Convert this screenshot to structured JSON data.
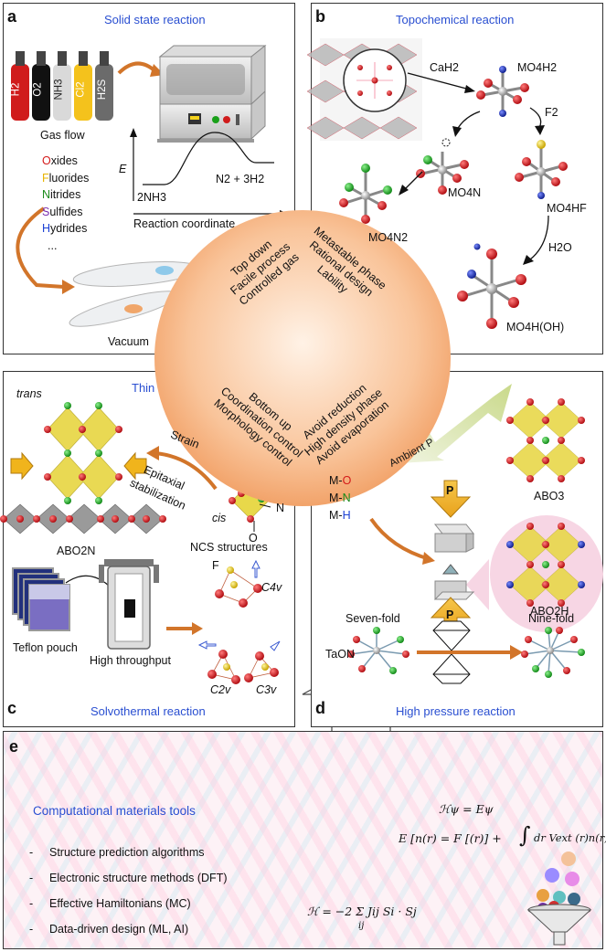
{
  "panels": {
    "a": {
      "label": "a",
      "title": "Solid state reaction",
      "gases": [
        "H2",
        "O2",
        "NH3",
        "Cl2",
        "H2S"
      ],
      "gas_flow": "Gas flow",
      "energy_axis": "E",
      "reactant": "2NH3",
      "product": "N2 + 3H2",
      "reaction_axis": "Reaction coordinate",
      "products": [
        {
          "initial": "O",
          "rest": "xides",
          "color": "#d41a1a"
        },
        {
          "initial": "F",
          "rest": "luorides",
          "color": "#e8b400"
        },
        {
          "initial": "N",
          "rest": "itrides",
          "color": "#1a8a1a"
        },
        {
          "initial": "S",
          "rest": "ulfides",
          "color": "#7a2fb0"
        },
        {
          "initial": "H",
          "rest": "ydrides",
          "color": "#1a3fd4"
        }
      ],
      "ellipsis": "...",
      "vacuum": "Vacuum"
    },
    "b": {
      "label": "b",
      "title": "Topochemical reaction",
      "reagent": "CaH2",
      "mo4h2": "MO4H2",
      "f2": "F2",
      "mo4n": "MO4N",
      "mo4hf": "MO4HF",
      "mo4n2": "MO4N2",
      "h2o": "H2O",
      "mo4hoh": "MO4H(OH)"
    },
    "c": {
      "label": "c",
      "title": "Thin film",
      "bottom_title": "Solvothermal reaction",
      "trans": "trans",
      "cis": "cis",
      "strain": "Strain",
      "epitaxial": "Epitaxial",
      "stabilization": "stabilization",
      "abo2n": "ABO2N",
      "n_atom": "N",
      "o_atom": "O",
      "ncs": "NCS structures",
      "f_atom": "F",
      "teflon": "Teflon pouch",
      "throughput": "High throughput",
      "c4v": "C4v",
      "c2v": "C2v",
      "c3v": "C3v"
    },
    "d": {
      "label": "d",
      "title": "High pressure reaction",
      "ambient": "Ambient P",
      "abo3": "ABO3",
      "abo2h": "ABO2H",
      "mo": {
        "m": "M-",
        "x": "O",
        "color": "#d41a1a"
      },
      "mn": {
        "m": "M-",
        "x": "N",
        "color": "#1a8a1a"
      },
      "mh": {
        "m": "M-",
        "x": "H",
        "color": "#1a3fd4"
      },
      "p": "P",
      "seven": "Seven-fold",
      "nine": "Nine-fold",
      "taon": "TaON"
    }
  },
  "center": {
    "top_left": [
      "Top down",
      "Facile process",
      "Controlled gas"
    ],
    "top_right": [
      "Metastable phase",
      "Rational design",
      "Lability"
    ],
    "bottom_left": [
      "Bottom up",
      "Coordination control",
      "Morphology control"
    ],
    "bottom_right": [
      "Avoid reduction",
      "High density phase",
      "Avoid evaporation"
    ]
  },
  "e": {
    "label": "e",
    "title": "Computational materials tools",
    "items": [
      "Structure prediction algorithms",
      "Electronic structure methods (DFT)",
      "Effective Hamiltonians (MC)",
      "Data-driven design (ML, AI)"
    ],
    "bullet": "-",
    "eq1": "ℋψ = Eψ",
    "eq2_left": "E [n(r) = F [(r)] +",
    "eq2_right": "dr  Vext (r)n(r)",
    "eq3": "ℋ = −2 Σ Jij Si · Sj",
    "eq3_sub": "ij"
  },
  "colors": {
    "title_blue": "#2a4fd1",
    "orange_arrow": "#d2752a",
    "oxygen": "#c8151b",
    "nitrogen": "#22b02a",
    "hydrogen": "#1a2fc0",
    "octahedron": "#e8d84a"
  }
}
